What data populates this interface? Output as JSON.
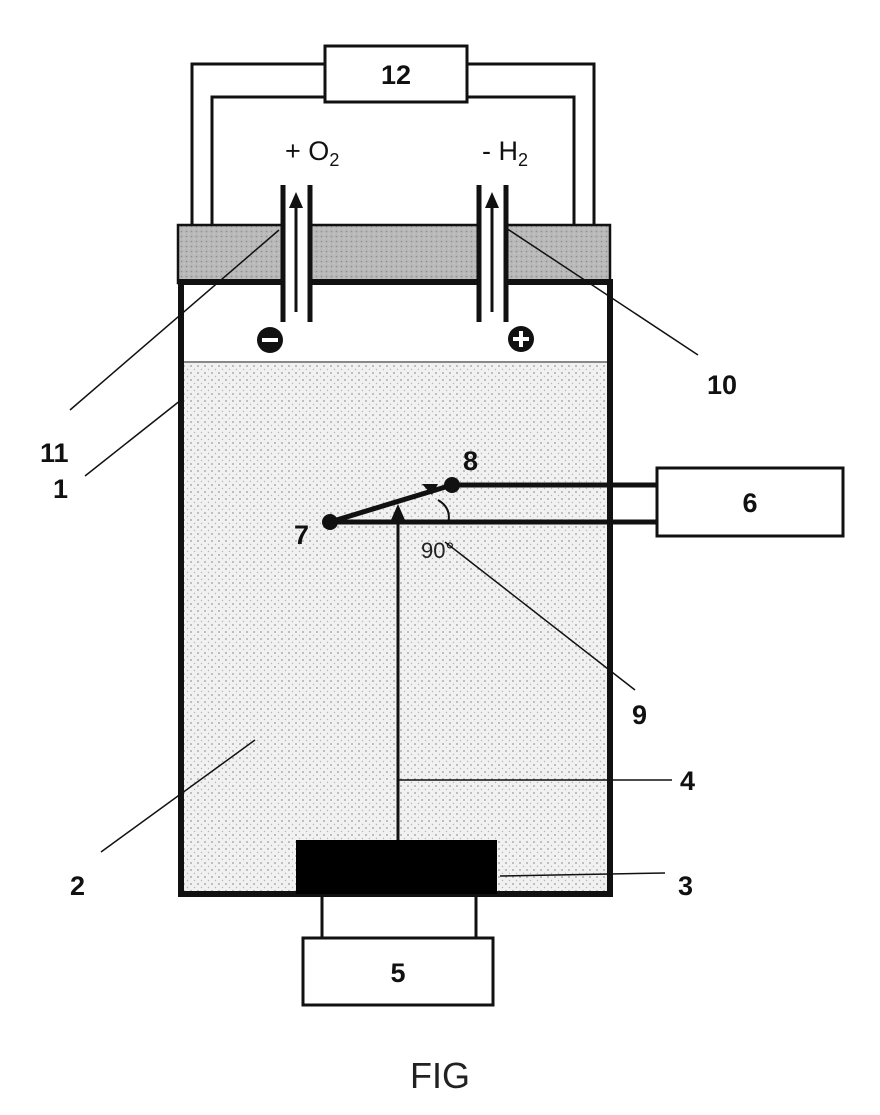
{
  "figure": {
    "caption": "FIG",
    "boxes": {
      "b12": "12",
      "b6": "6",
      "b5": "5"
    },
    "gases": {
      "left_sign": "+",
      "left_base": "O",
      "left_sub": "2",
      "right_sign": "-",
      "right_base": "H",
      "right_sub": "2"
    },
    "labels": {
      "l1": "1",
      "l2": "2",
      "l3": "3",
      "l4": "4",
      "l7": "7",
      "l8": "8",
      "l9": "9",
      "l10": "10",
      "l11": "11"
    },
    "angle_text": "90°",
    "colors": {
      "ink": "#111111",
      "lid": "#b8b8b8",
      "electrolyte_dot": "#9a9a9a",
      "transducer": "#000000"
    }
  }
}
